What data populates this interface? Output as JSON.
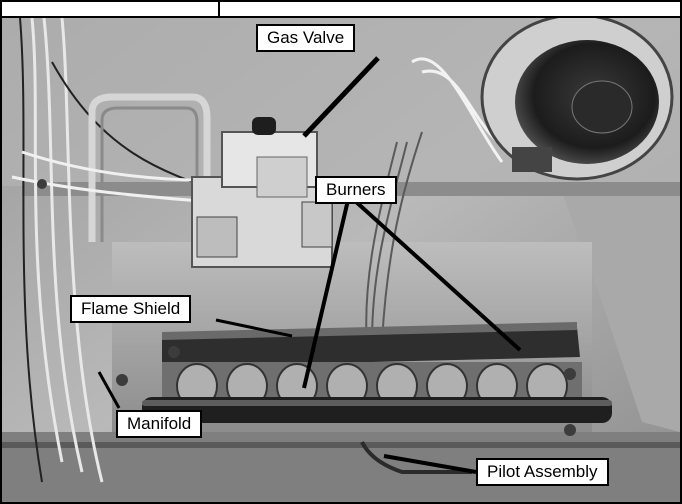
{
  "labels": {
    "gas_valve": "Gas Valve",
    "burners": "Burners",
    "flame_shield": "Flame Shield",
    "manifold": "Manifold",
    "pilot_assembly": "Pilot Assembly"
  },
  "colors": {
    "callout_border": "#000000",
    "callout_fill": "#ffffff",
    "leader": "#000000"
  }
}
